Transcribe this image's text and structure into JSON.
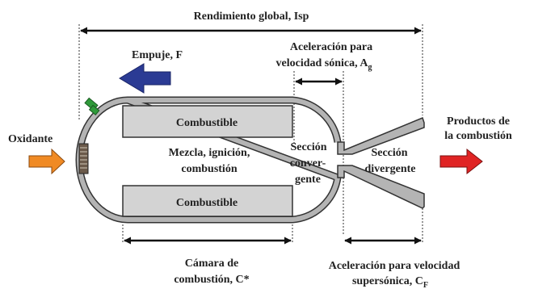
{
  "labels": {
    "rendimiento": "Rendimiento global, Isp",
    "empuje": "Empuje, F",
    "aceleracion_sonica_1": "Aceleración para",
    "aceleracion_sonica_2": "velocidad sónica, A",
    "aceleracion_sonica_sub": "g",
    "oxidante": "Oxidante",
    "productos_1": "Productos de",
    "productos_2": "la combustión",
    "combustible_top": "Combustible",
    "combustible_bottom": "Combustible",
    "mezcla_1": "Mezcla, ignición,",
    "mezcla_2": "combustión",
    "seccion_conv_1": "Sección",
    "seccion_conv_2": "conver-",
    "seccion_conv_3": "gente",
    "seccion_div_1": "Sección",
    "seccion_div_2": "divergente",
    "camara_1": "Cámara de",
    "camara_2": "combustión, C*",
    "aceleracion_super_1": "Aceleración para velocidad",
    "aceleracion_super_2": "supersónica, C",
    "aceleracion_super_sub": "F"
  },
  "colors": {
    "empuje_arrow": "#2b3b94",
    "oxidante_arrow": "#f08a24",
    "productos_arrow": "#e02424",
    "injector": "#2f9a3a",
    "chamber_wall": "#b4b4b4",
    "fuel_block": "#d3d3d3"
  }
}
